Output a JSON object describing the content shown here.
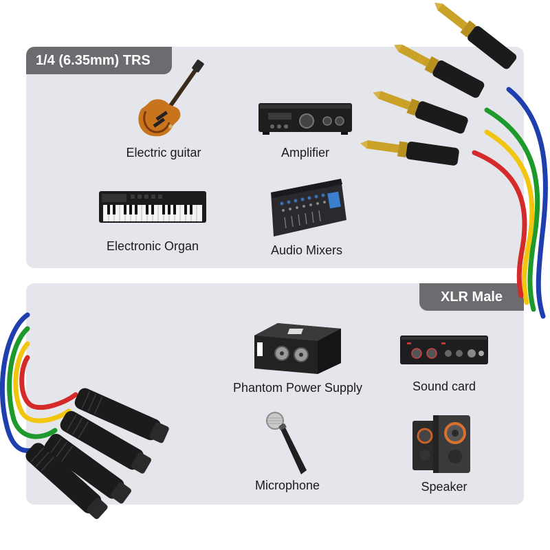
{
  "top_panel": {
    "tag": "1/4 (6.35mm) TRS",
    "devices": [
      {
        "label": "Electric guitar",
        "icon": "electric-guitar-icon"
      },
      {
        "label": "Amplifier",
        "icon": "amplifier-icon"
      },
      {
        "label": "Electronic Organ",
        "icon": "electronic-organ-icon"
      },
      {
        "label": "Audio Mixers",
        "icon": "audio-mixer-icon"
      }
    ]
  },
  "bottom_panel": {
    "tag": "XLR Male",
    "devices": [
      {
        "label": "Phantom Power Supply",
        "icon": "phantom-power-supply-icon"
      },
      {
        "label": "Sound card",
        "icon": "sound-card-icon"
      },
      {
        "label": "Microphone",
        "icon": "microphone-icon"
      },
      {
        "label": "Speaker",
        "icon": "speaker-icon"
      }
    ]
  },
  "cable_colors": [
    "#d42a2a",
    "#f2c511",
    "#1e9a2c",
    "#1f3fae"
  ]
}
